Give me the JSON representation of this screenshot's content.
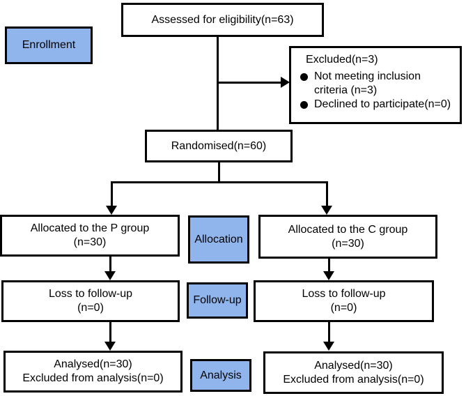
{
  "stages": {
    "enrollment": "Enrollment",
    "allocation": "Allocation",
    "followup": "Follow-up",
    "analysis": "Analysis"
  },
  "nodes": {
    "assessed": "Assessed for eligibility(n=63)",
    "excluded": {
      "title": "Excluded(n=3)",
      "bullets": [
        "Not meeting inclusion criteria (n=3)",
        "Declined to participate(n=0)"
      ]
    },
    "randomised": "Randomised(n=60)",
    "allocated_p": {
      "line1": "Allocated to the P group",
      "line2": "(n=30)"
    },
    "allocated_c": {
      "line1": "Allocated to the C group",
      "line2": "(n=30)"
    },
    "followup_p": {
      "line1": "Loss to follow-up",
      "line2": "(n=0)"
    },
    "followup_c": {
      "line1": "Loss to follow-up",
      "line2": "(n=0)"
    },
    "analysed_p": {
      "line1": "Analysed(n=30)",
      "line2": "Excluded from analysis(n=0)"
    },
    "analysed_c": {
      "line1": "Analysed(n=30)",
      "line2": "Excluded from analysis(n=0)"
    }
  },
  "colors": {
    "stage_fill": "#8FB5EC",
    "border": "#000000",
    "background": "#FFFFFF"
  }
}
